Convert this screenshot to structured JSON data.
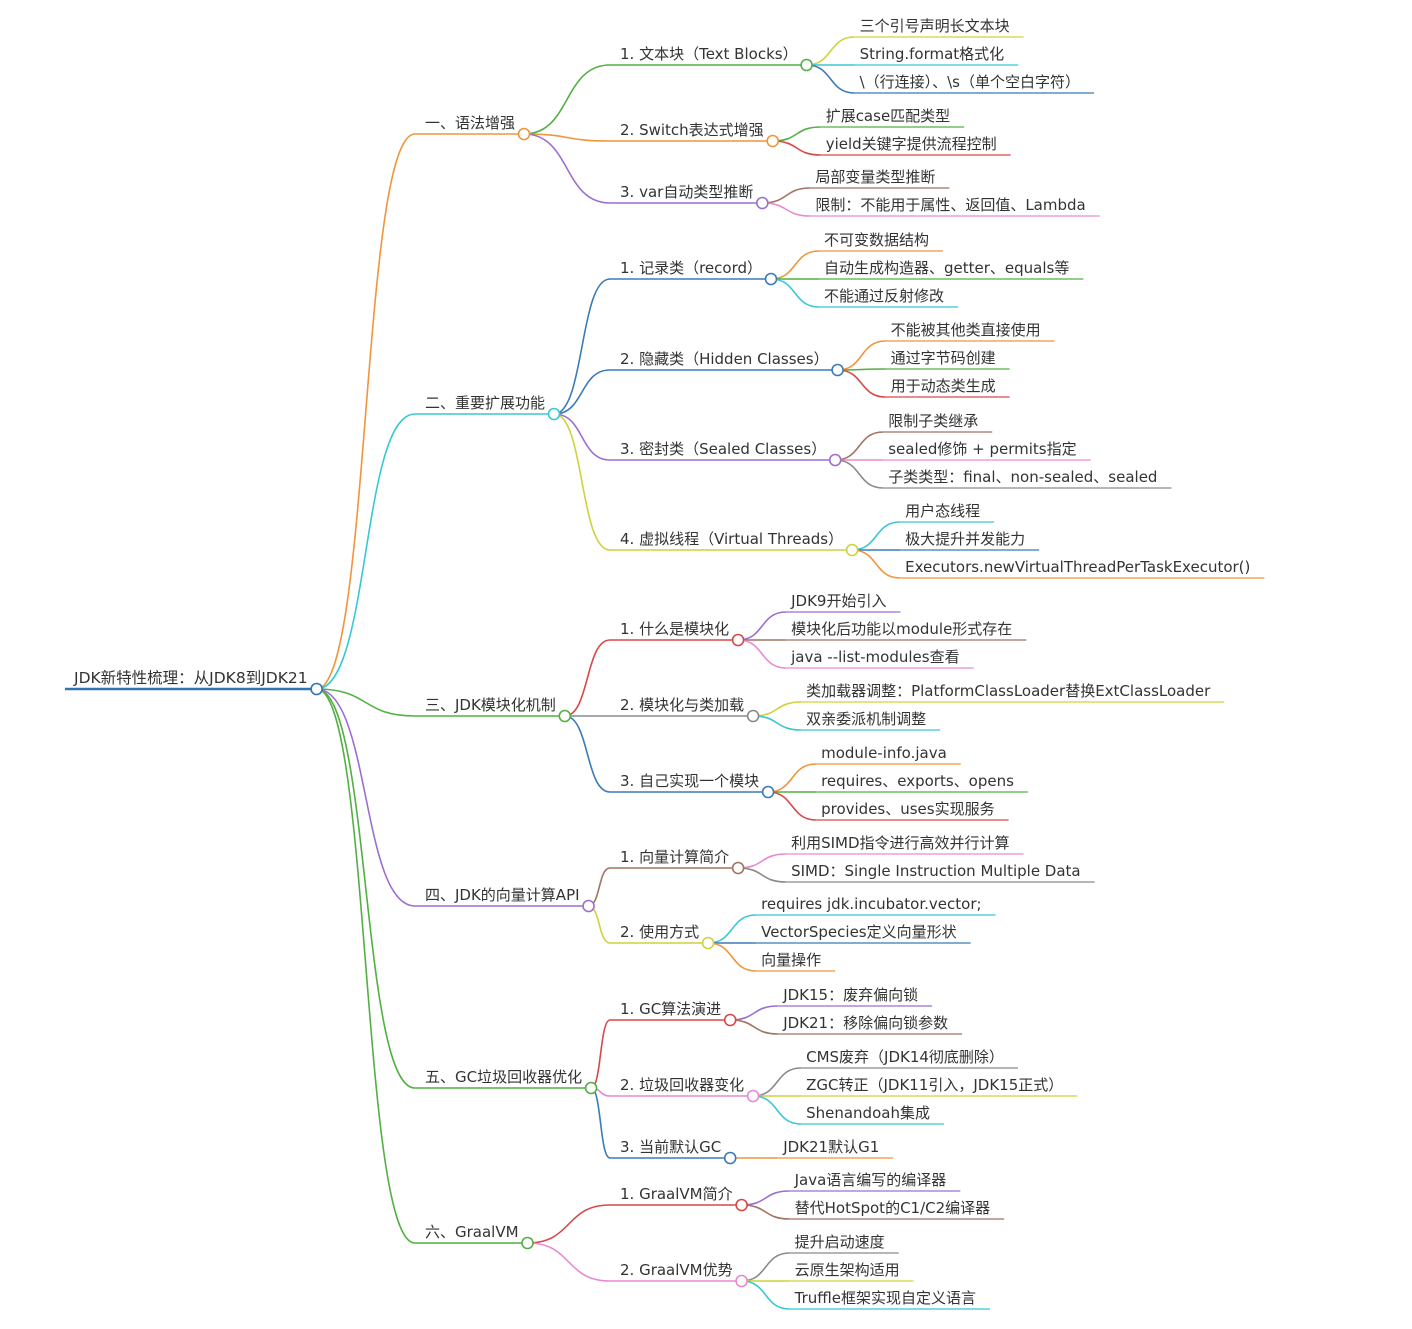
{
  "root": {
    "label": "JDK新特性梳理：从JDK8到JDK21",
    "color": "#2f74b5",
    "children": [
      {
        "label": "一、语法增强",
        "color": "#f0953a",
        "children": [
          {
            "label": "1. 文本块（Text Blocks）",
            "color": "#52b043",
            "children": [
              {
                "label": "三个引号声明长文本块",
                "color": "#cfd23a"
              },
              {
                "label": "String.format格式化",
                "color": "#38c7d6"
              },
              {
                "label": "\\（行连接）、\\s（单个空白字符）",
                "color": "#3a7bb8"
              }
            ]
          },
          {
            "label": "2. Switch表达式增强",
            "color": "#f0953a",
            "children": [
              {
                "label": "扩展case匹配类型",
                "color": "#52b043"
              },
              {
                "label": "yield关键字提供流程控制",
                "color": "#d94848"
              }
            ]
          },
          {
            "label": "3. var自动类型推断",
            "color": "#9b6fd0",
            "children": [
              {
                "label": "局部变量类型推断",
                "color": "#a27264"
              },
              {
                "label": "限制：不能用于属性、返回值、Lambda",
                "color": "#e78ad3"
              }
            ]
          }
        ]
      },
      {
        "label": "二、重要扩展功能",
        "color": "#38c7d6",
        "children": [
          {
            "label": "1. 记录类（record）",
            "color": "#3a7bb8",
            "children": [
              {
                "label": "不可变数据结构",
                "color": "#f0953a"
              },
              {
                "label": "自动生成构造器、getter、equals等",
                "color": "#52b043"
              },
              {
                "label": "不能通过反射修改",
                "color": "#38c7d6"
              }
            ]
          },
          {
            "label": "2. 隐藏类（Hidden Classes）",
            "color": "#3a7bb8",
            "children": [
              {
                "label": "不能被其他类直接使用",
                "color": "#f0953a"
              },
              {
                "label": "通过字节码创建",
                "color": "#52b043"
              },
              {
                "label": "用于动态类生成",
                "color": "#d94848"
              }
            ]
          },
          {
            "label": "3. 密封类（Sealed Classes）",
            "color": "#9b6fd0",
            "children": [
              {
                "label": "限制子类继承",
                "color": "#a27264"
              },
              {
                "label": "sealed修饰 + permits指定",
                "color": "#e78ad3"
              },
              {
                "label": "子类类型：final、non-sealed、sealed",
                "color": "#8a8a8a"
              }
            ]
          },
          {
            "label": "4. 虚拟线程（Virtual Threads）",
            "color": "#cfd23a",
            "children": [
              {
                "label": "用户态线程",
                "color": "#38c7d6"
              },
              {
                "label": "极大提升并发能力",
                "color": "#3a7bb8"
              },
              {
                "label": "Executors.newVirtualThreadPerTaskExecutor()",
                "color": "#f0953a"
              }
            ]
          }
        ]
      },
      {
        "label": "三、JDK模块化机制",
        "color": "#52b043",
        "children": [
          {
            "label": "1. 什么是模块化",
            "color": "#d94848",
            "children": [
              {
                "label": "JDK9开始引入",
                "color": "#9b6fd0"
              },
              {
                "label": "模块化后功能以module形式存在",
                "color": "#a27264"
              },
              {
                "label": "java --list-modules查看",
                "color": "#e78ad3"
              }
            ]
          },
          {
            "label": "2. 模块化与类加载",
            "color": "#8a8a8a",
            "children": [
              {
                "label": "类加载器调整：PlatformClassLoader替换ExtClassLoader",
                "color": "#cfd23a"
              },
              {
                "label": "双亲委派机制调整",
                "color": "#38c7d6"
              }
            ]
          },
          {
            "label": "3. 自己实现一个模块",
            "color": "#3a7bb8",
            "children": [
              {
                "label": "module-info.java",
                "color": "#f0953a"
              },
              {
                "label": "requires、exports、opens",
                "color": "#52b043"
              },
              {
                "label": "provides、uses实现服务",
                "color": "#d94848"
              }
            ]
          }
        ]
      },
      {
        "label": "四、JDK的向量计算API",
        "color": "#9b6fd0",
        "children": [
          {
            "label": "1. 向量计算简介",
            "color": "#a27264",
            "children": [
              {
                "label": "利用SIMD指令进行高效并行计算",
                "color": "#e78ad3"
              },
              {
                "label": "SIMD：Single Instruction Multiple Data",
                "color": "#8a8a8a"
              }
            ]
          },
          {
            "label": "2. 使用方式",
            "color": "#cfd23a",
            "children": [
              {
                "label": "requires jdk.incubator.vector;",
                "color": "#38c7d6"
              },
              {
                "label": "VectorSpecies定义向量形状",
                "color": "#3a7bb8"
              },
              {
                "label": "向量操作",
                "color": "#f0953a"
              }
            ]
          }
        ]
      },
      {
        "label": "五、GC垃圾回收器优化",
        "color": "#52b043",
        "children": [
          {
            "label": "1. GC算法演进",
            "color": "#d94848",
            "children": [
              {
                "label": "JDK15：废弃偏向锁",
                "color": "#9b6fd0"
              },
              {
                "label": "JDK21：移除偏向锁参数",
                "color": "#a27264"
              }
            ]
          },
          {
            "label": "2. 垃圾回收器变化",
            "color": "#e78ad3",
            "children": [
              {
                "label": "CMS废弃（JDK14彻底删除）",
                "color": "#8a8a8a"
              },
              {
                "label": "ZGC转正（JDK11引入，JDK15正式）",
                "color": "#cfd23a"
              },
              {
                "label": "Shenandoah集成",
                "color": "#38c7d6"
              }
            ]
          },
          {
            "label": "3. 当前默认GC",
            "color": "#3a7bb8",
            "children": [
              {
                "label": "JDK21默认G1",
                "color": "#f0953a"
              }
            ]
          }
        ]
      },
      {
        "label": "六、GraalVM",
        "color": "#52b043",
        "children": [
          {
            "label": "1. GraalVM简介",
            "color": "#d94848",
            "children": [
              {
                "label": "Java语言编写的编译器",
                "color": "#9b6fd0"
              },
              {
                "label": "替代HotSpot的C1/C2编译器",
                "color": "#a27264"
              }
            ]
          },
          {
            "label": "2. GraalVM优势",
            "color": "#e78ad3",
            "children": [
              {
                "label": "提升启动速度",
                "color": "#8a8a8a"
              },
              {
                "label": "云原生架构适用",
                "color": "#cfd23a"
              },
              {
                "label": "Truffle框架实现自定义语言",
                "color": "#38c7d6"
              }
            ]
          }
        ]
      }
    ]
  }
}
